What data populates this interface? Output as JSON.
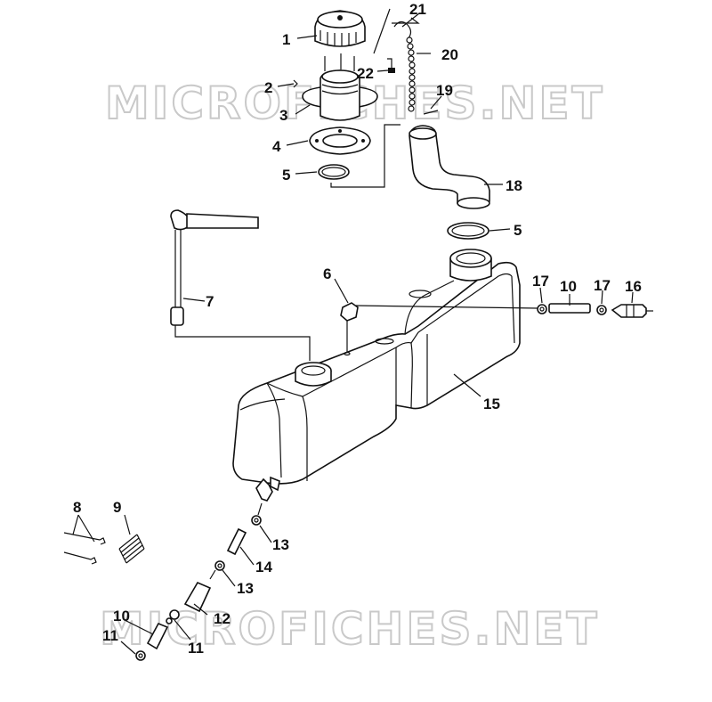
{
  "watermarks": [
    "MICROFICHES.NET",
    "MICROFICHES.NET"
  ],
  "callouts": {
    "n1": "1",
    "n2": "2",
    "n3": "3",
    "n4": "4",
    "n5a": "5",
    "n5b": "5",
    "n6": "6",
    "n7": "7",
    "n8": "8",
    "n9": "9",
    "n10a": "10",
    "n10b": "10",
    "n11a": "11",
    "n11b": "11",
    "n12": "12",
    "n13a": "13",
    "n13b": "13",
    "n14": "14",
    "n15": "15",
    "n16": "16",
    "n17a": "17",
    "n17b": "17",
    "n18": "18",
    "n19": "19",
    "n20": "20",
    "n21": "21",
    "n22": "22"
  }
}
